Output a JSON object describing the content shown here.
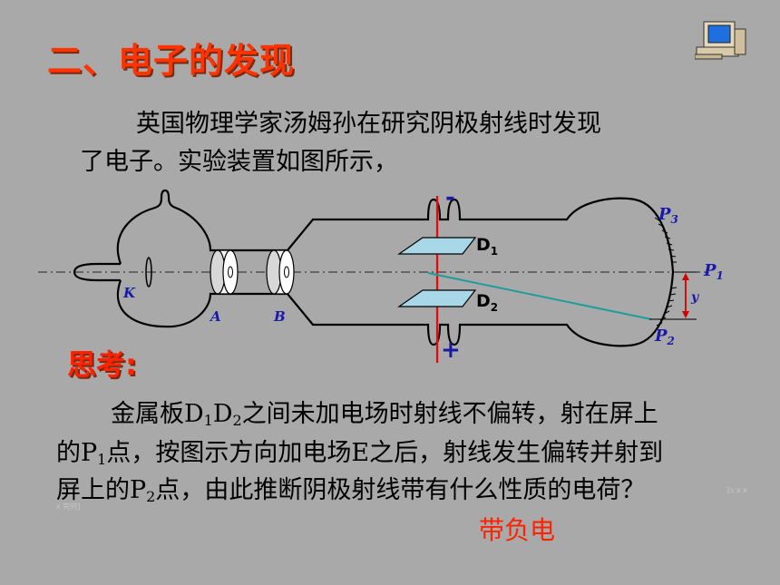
{
  "title": "二、电子的发现",
  "intro": {
    "line1": "英国物理学家汤姆孙在研究阴极射线时发现",
    "line2": "了电子。实验装置如图所示，"
  },
  "diagram": {
    "labels": {
      "K": "K",
      "A": "A",
      "B": "B",
      "P": "P",
      "sub1": "1",
      "sub2": "2",
      "sub3": "3",
      "y": "y",
      "D": "D",
      "minus": "-",
      "plus": "+"
    },
    "colors": {
      "outline": "#000000",
      "plate": "#a8d8e8",
      "beam": "#209c9c",
      "field_line": "#ff0000",
      "label_blue": "#1a1aa8"
    }
  },
  "think_label": "思考:",
  "question": {
    "l1_a": "金属板D",
    "l1_s1": "1",
    "l1_b": "D",
    "l1_s2": "2",
    "l1_c": "之间未加电场时射线不偏转，射在屏上",
    "l2_a": "的P",
    "l2_s1": "1",
    "l2_b": "点，按图示方向加电场E之后，射线发生偏转并射到",
    "l3_a": "屏上的P",
    "l3_s2": "2",
    "l3_b": "点，由此推断阴极射线带有什么性质的电荷？"
  },
  "answer": "带负电",
  "faint_marks": {
    "right": "[s x x",
    "left": "x 完何]"
  },
  "icons": {
    "corner": "computer-icon"
  }
}
